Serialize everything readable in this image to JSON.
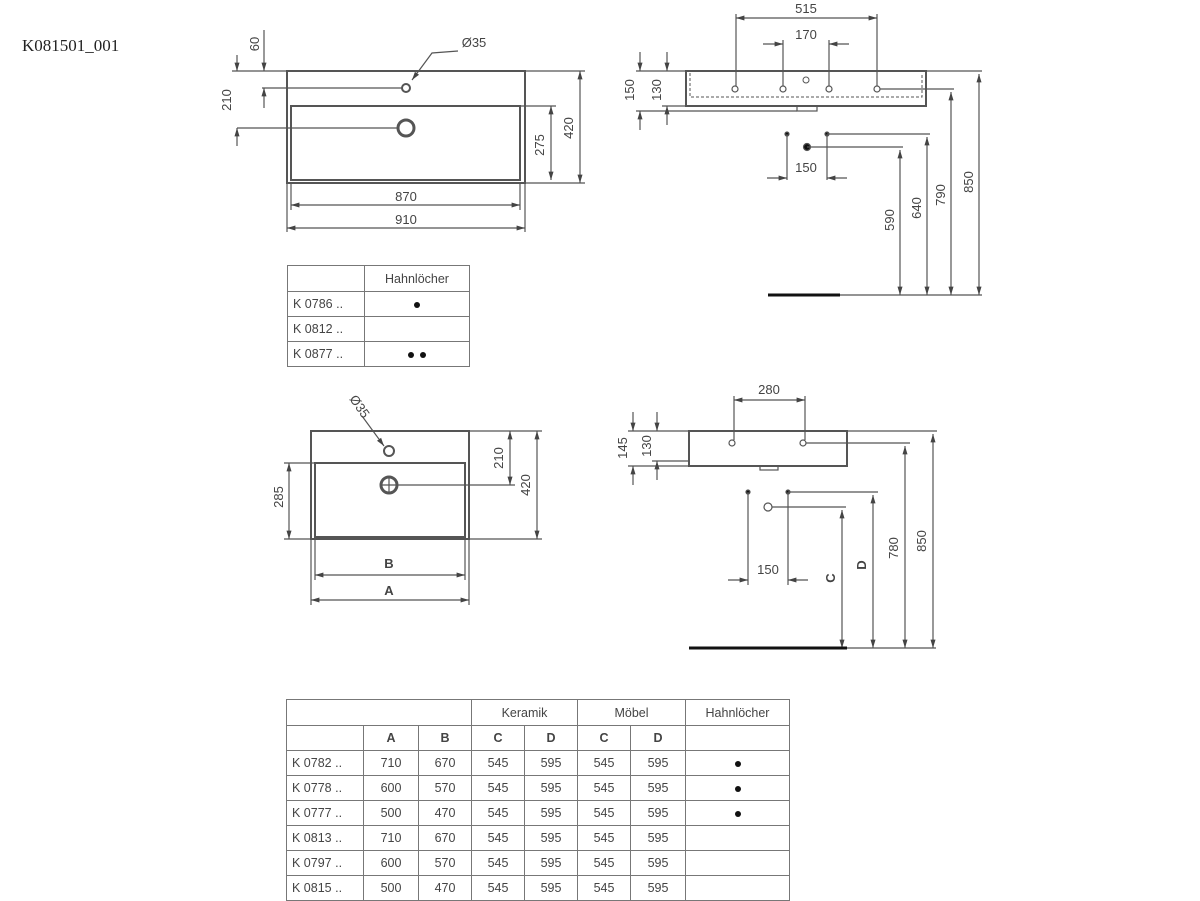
{
  "reference": "K081501_001",
  "drawing1": {
    "top_view": {
      "d60": "60",
      "d210": "210",
      "d275": "275",
      "d420": "420",
      "d870": "870",
      "d910": "910",
      "hole": "Ø35"
    },
    "side_view": {
      "d515": "515",
      "d170": "170",
      "d150h": "150",
      "d130": "130",
      "d150w": "150",
      "d590": "590",
      "d640": "640",
      "d790": "790",
      "d850": "850"
    }
  },
  "table1": {
    "header": "Hahnlöcher",
    "rows": [
      {
        "model": "K 0786 ..",
        "holes": 1
      },
      {
        "model": "K 0812 ..",
        "holes": 0
      },
      {
        "model": "K 0877 ..",
        "holes": 2
      }
    ]
  },
  "drawing2": {
    "top_view": {
      "hole": "Ø35",
      "d285": "285",
      "d210": "210",
      "d420": "420",
      "B": "B",
      "A": "A"
    },
    "side_view": {
      "d280": "280",
      "d145": "145",
      "d130": "130",
      "d150": "150",
      "C": "C",
      "D": "D",
      "d780": "780",
      "d850": "850"
    }
  },
  "table2": {
    "groups": [
      "Keramik",
      "Möbel",
      "Hahnlöcher"
    ],
    "columns": [
      "A",
      "B",
      "C",
      "D",
      "C",
      "D"
    ],
    "rows": [
      {
        "model": "K 0782 ..",
        "values": [
          "710",
          "670",
          "545",
          "595",
          "545",
          "595"
        ],
        "holes": 1
      },
      {
        "model": "K 0778 ..",
        "values": [
          "600",
          "570",
          "545",
          "595",
          "545",
          "595"
        ],
        "holes": 1
      },
      {
        "model": "K 0777 ..",
        "values": [
          "500",
          "470",
          "545",
          "595",
          "545",
          "595"
        ],
        "holes": 1
      },
      {
        "model": "K 0813 ..",
        "values": [
          "710",
          "670",
          "545",
          "595",
          "545",
          "595"
        ],
        "holes": 0
      },
      {
        "model": "K 0797 ..",
        "values": [
          "600",
          "570",
          "545",
          "595",
          "545",
          "595"
        ],
        "holes": 0
      },
      {
        "model": "K 0815 ..",
        "values": [
          "500",
          "470",
          "545",
          "595",
          "545",
          "595"
        ],
        "holes": 0
      }
    ]
  }
}
